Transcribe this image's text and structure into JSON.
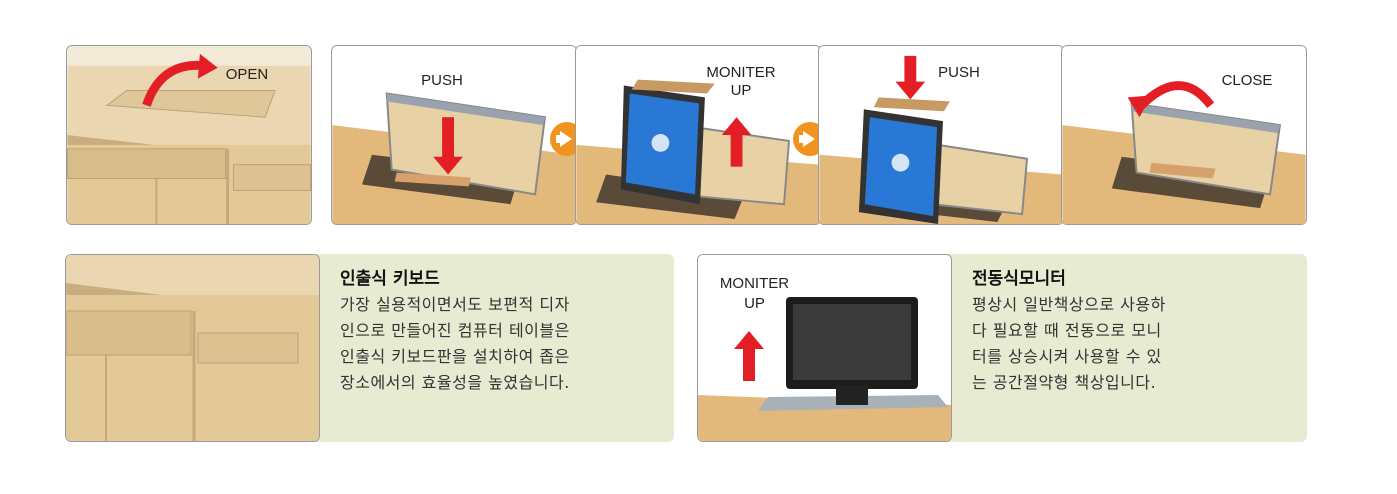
{
  "steps": [
    {
      "label": "OPEN",
      "icon": "clockwise-curved-arrow-icon"
    },
    {
      "label": "PUSH",
      "icon": "down-arrow-icon"
    },
    {
      "label": "MONITER\nUP",
      "icon": "up-arrow-icon"
    },
    {
      "label": "PUSH",
      "icon": "down-arrow-icon"
    },
    {
      "label": "CLOSE",
      "icon": "counterclockwise-curved-arrow-icon"
    }
  ],
  "keyboard_panel": {
    "title": "인출식 키보드",
    "body": "가장 실용적이면서도 보편적 디자\n인으로 만들어진 컴퓨터 테이블은\n인출식 키보드판을 설치하여 좁은\n장소에서의 효율성을 높였습니다."
  },
  "monitor_panel": {
    "photo_label": "MONITER\nUP",
    "title": "전동식모니터",
    "body": "평상시 일반책상으로 사용하\n다 필요할 때 전동으로 모니\n터를 상승시켜 사용할 수 있\n는 공간절약형 책상입니다."
  },
  "colors": {
    "arrow_red": "#e31e24",
    "step_arrow_orange": "#f0931f",
    "panel_bg": "#e7ebd2",
    "wood": "#e9cf9f"
  }
}
